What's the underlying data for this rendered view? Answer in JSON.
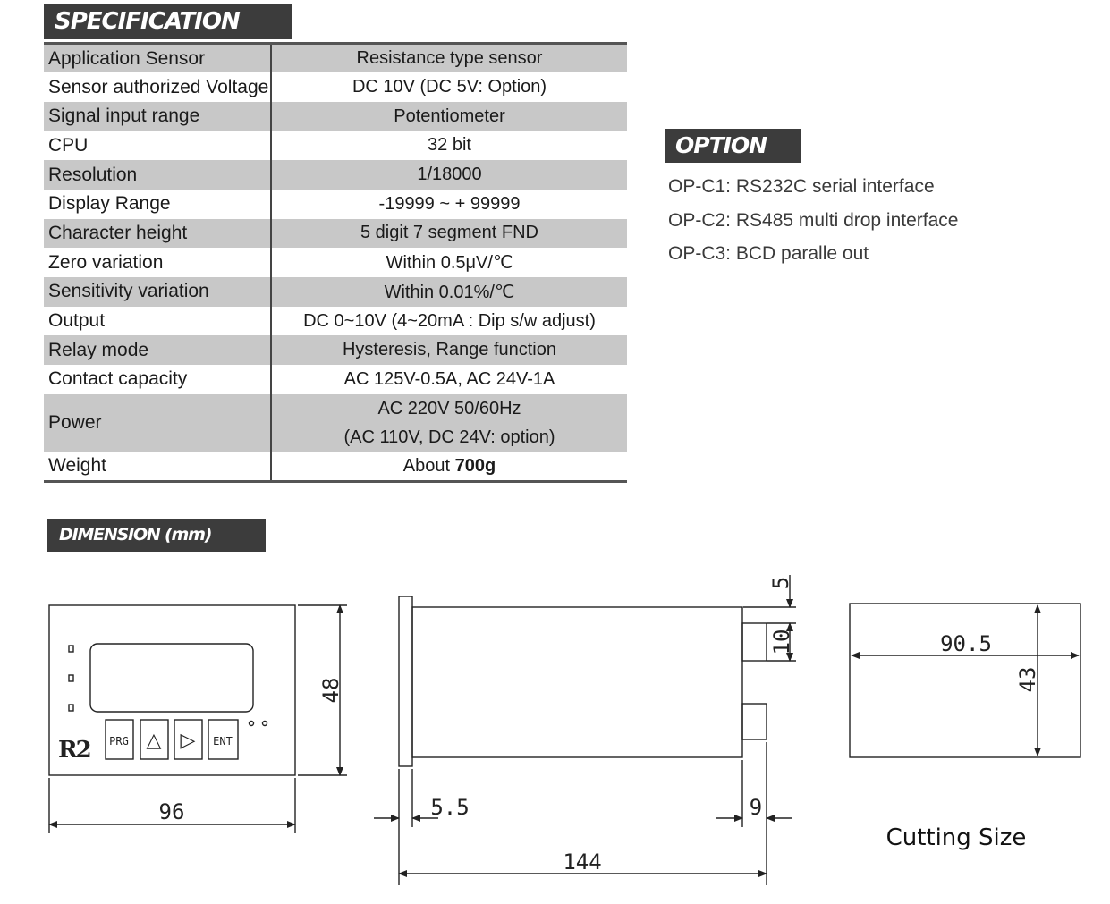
{
  "specification": {
    "title": "SPECIFICATION",
    "rows": [
      {
        "label": "Application Sensor",
        "value": "Resistance type sensor"
      },
      {
        "label": "Sensor authorized Voltage",
        "value": "DC 10V (DC 5V: Option)"
      },
      {
        "label": "Signal input range",
        "value": "Potentiometer"
      },
      {
        "label": "CPU",
        "value": "32 bit"
      },
      {
        "label": "Resolution",
        "value": "1/18000"
      },
      {
        "label": "Display Range",
        "value": "-19999 ~ + 99999"
      },
      {
        "label": "Character height",
        "value": "5 digit 7 segment FND"
      },
      {
        "label": "Zero variation",
        "value": "Within 0.5μV/℃"
      },
      {
        "label": "Sensitivity variation",
        "value": "Within 0.01%/℃"
      },
      {
        "label": "Output",
        "value": "DC 0~10V (4~20mA : Dip s/w adjust)"
      },
      {
        "label": "Relay mode",
        "value": "Hysteresis, Range function"
      },
      {
        "label": "Contact capacity",
        "value": "AC 125V-0.5A, AC 24V-1A"
      }
    ],
    "power": {
      "label": "Power",
      "line1": "AC 220V 50/60Hz",
      "line2": "(AC 110V, DC 24V: option)"
    },
    "weight": {
      "label": "Weight",
      "prefix": "About ",
      "value": "700g"
    }
  },
  "option": {
    "title": "OPTION",
    "items": [
      "OP-C1: RS232C serial interface",
      "OP-C2: RS485 multi drop interface",
      "OP-C3: BCD paralle out"
    ]
  },
  "dimension": {
    "title": "DIMENSION (mm)",
    "front": {
      "width": "96",
      "height": "48",
      "logo": "R2",
      "buttons": [
        "PRG",
        "△",
        "▷",
        "ENT"
      ]
    },
    "side": {
      "depth": "144",
      "bezel": "5.5",
      "terminal": "9",
      "top_offset": "5",
      "terminal_height": "10"
    },
    "cutout": {
      "width": "90.5",
      "height": "43",
      "caption": "Cutting Size"
    }
  }
}
